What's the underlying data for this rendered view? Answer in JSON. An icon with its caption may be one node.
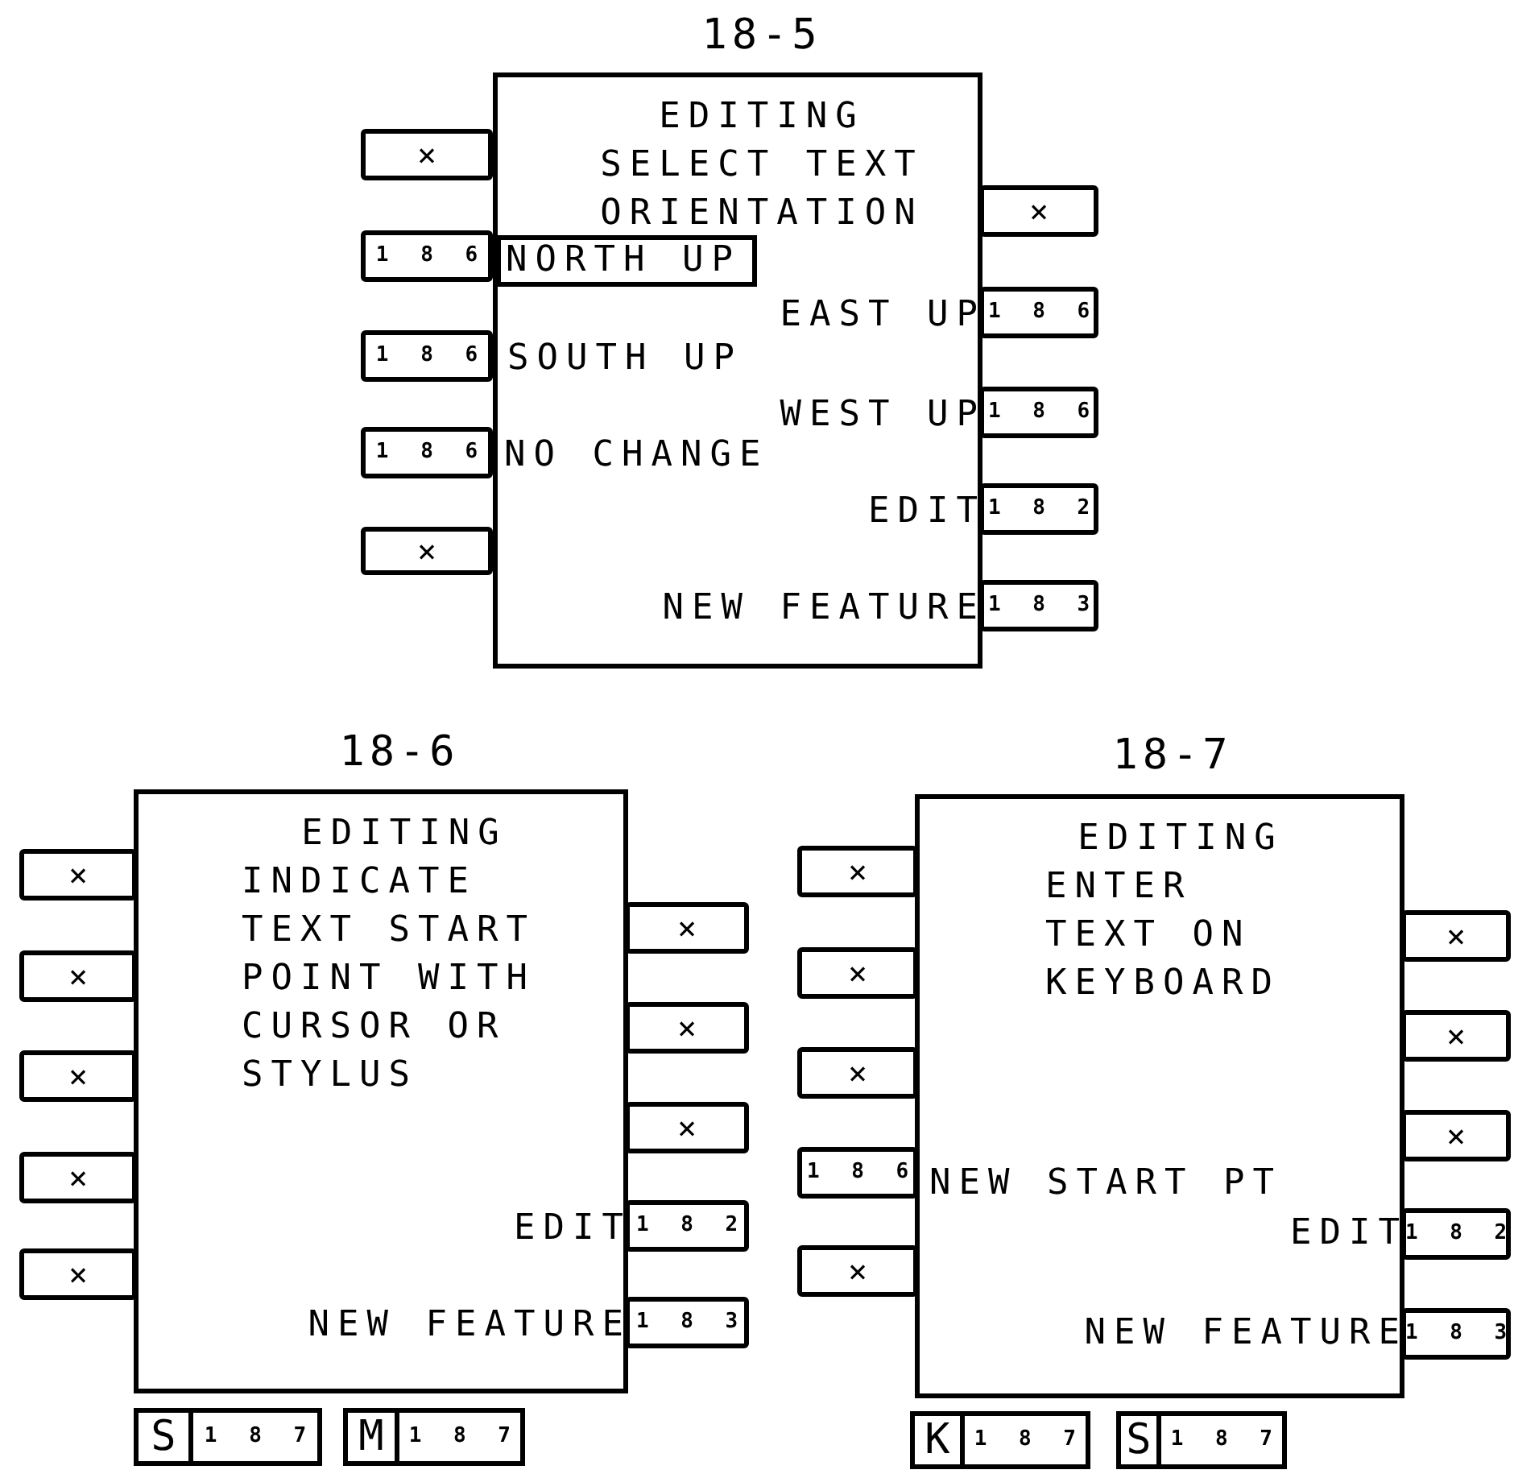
{
  "diagram": {
    "nodes": [
      {
        "text": [
          "18-5",
          "EDITING",
          "SELECT TEXT ORIENTATION",
          "SOUTH UP",
          "NO CHANGE",
          "EAST UP",
          "WEST UP",
          "EDIT",
          "NEW FEATURE"
        ]
      },
      {
        "text": [
          "NORTH UP"
        ],
        "in": 0
      },
      {
        "text": [
          "×"
        ]
      },
      {
        "text": [
          "1 8 6"
        ]
      },
      {
        "text": [
          "1 8 6"
        ]
      },
      {
        "text": [
          "1 8 6"
        ]
      },
      {
        "text": [
          "×"
        ]
      },
      {
        "text": [
          "×"
        ]
      },
      {
        "text": [
          "1 8 6"
        ]
      },
      {
        "text": [
          "1 8 6"
        ]
      },
      {
        "text": [
          "1 8 2"
        ]
      },
      {
        "text": [
          "1 8 3"
        ]
      },
      {
        "text": [
          "18-6",
          "EDITING",
          "INDICATE TEXT START POINT WITH CURSOR OR STYLUS",
          "EDIT",
          "NEW FEATURE"
        ]
      },
      {
        "text": [
          "×"
        ]
      },
      {
        "text": [
          "×"
        ]
      },
      {
        "text": [
          "×"
        ]
      },
      {
        "text": [
          "×"
        ]
      },
      {
        "text": [
          "×"
        ]
      },
      {
        "text": [
          "×"
        ]
      },
      {
        "text": [
          "×"
        ]
      },
      {
        "text": [
          "×"
        ]
      },
      {
        "text": [
          "1 8 2"
        ]
      },
      {
        "text": [
          "1 8 3"
        ]
      },
      {
        "text": [
          "S",
          "1 8 7"
        ]
      },
      {
        "text": [
          "M",
          "1 8 7"
        ]
      },
      {
        "text": [
          "18-7",
          "EDITING",
          "ENTER TEXT ON KEYBOARD",
          "NEW START PT",
          "EDIT",
          "NEW FEATURE"
        ]
      },
      {
        "text": [
          "×"
        ]
      },
      {
        "text": [
          "×"
        ]
      },
      {
        "text": [
          "×"
        ]
      },
      {
        "text": [
          "1 8 6"
        ]
      },
      {
        "text": [
          "×"
        ]
      },
      {
        "text": [
          "×"
        ]
      },
      {
        "text": [
          "×"
        ]
      },
      {
        "text": [
          "×"
        ]
      },
      {
        "text": [
          "1 8 2"
        ]
      },
      {
        "text": [
          "1 8 3"
        ]
      },
      {
        "text": [
          "K",
          "1 8 7"
        ]
      },
      {
        "text": [
          "S",
          "1 8 7"
        ]
      }
    ]
  }
}
